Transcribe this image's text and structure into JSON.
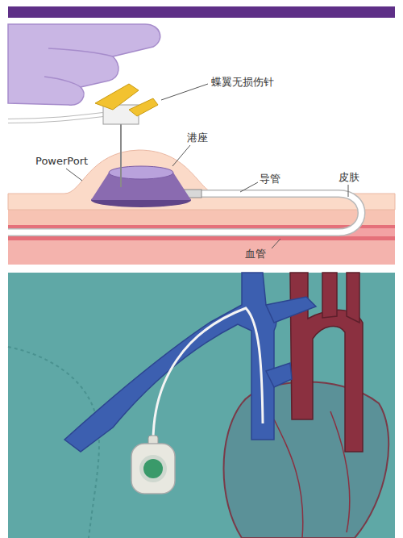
{
  "diagram": {
    "labels": [
      "蝶翼无损伤针",
      "港座",
      "PowerPort",
      "导管",
      "皮肤",
      "血管"
    ]
  }
}
